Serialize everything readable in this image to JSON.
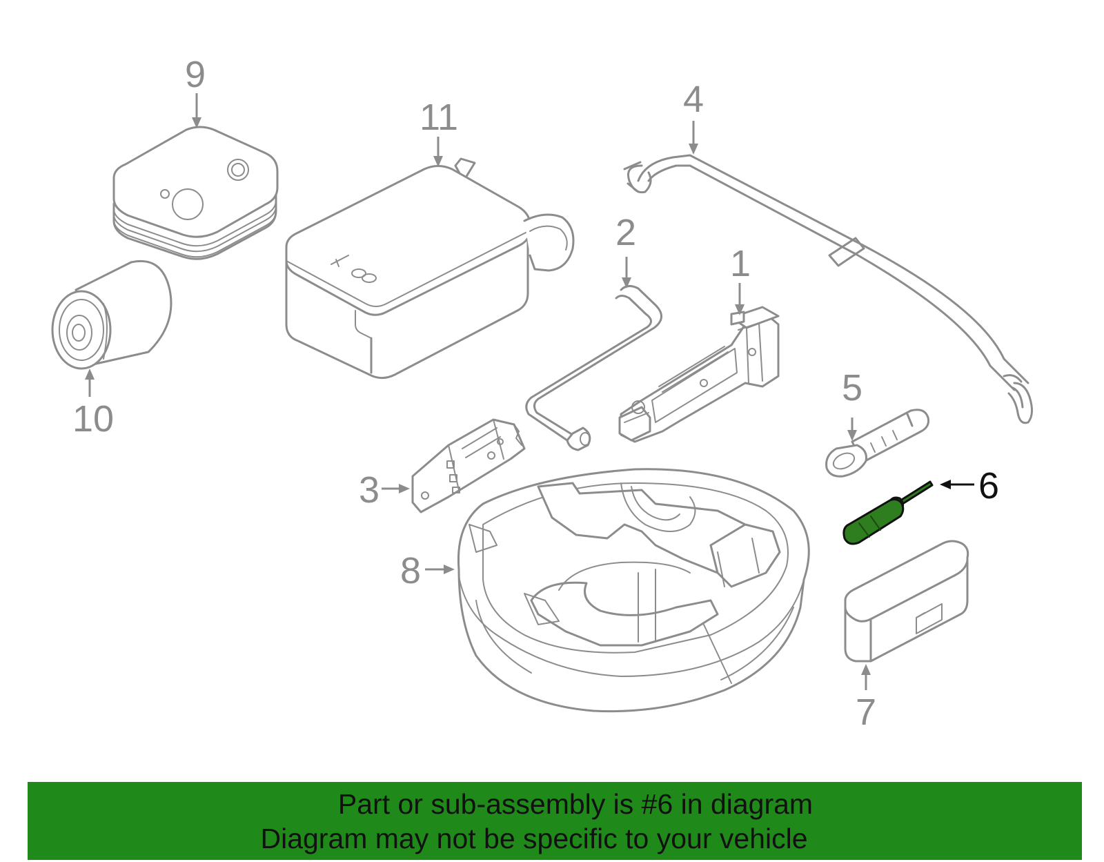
{
  "callouts": [
    {
      "id": "1",
      "label": "1"
    },
    {
      "id": "2",
      "label": "2"
    },
    {
      "id": "3",
      "label": "3"
    },
    {
      "id": "4",
      "label": "4"
    },
    {
      "id": "5",
      "label": "5"
    },
    {
      "id": "6",
      "label": "6"
    },
    {
      "id": "7",
      "label": "7"
    },
    {
      "id": "8",
      "label": "8"
    },
    {
      "id": "9",
      "label": "9"
    },
    {
      "id": "10",
      "label": "10"
    },
    {
      "id": "11",
      "label": "11"
    }
  ],
  "highlighted_part": "6",
  "colors": {
    "banner_background": "#1f8a1a",
    "highlight_fill": "#2e7d1e",
    "line_art": "#8c8c8c",
    "active_label": "#111111"
  },
  "banner": {
    "line1": "Part or sub-assembly is #6 in diagram",
    "line2": "Diagram may not be specific to your vehicle"
  }
}
